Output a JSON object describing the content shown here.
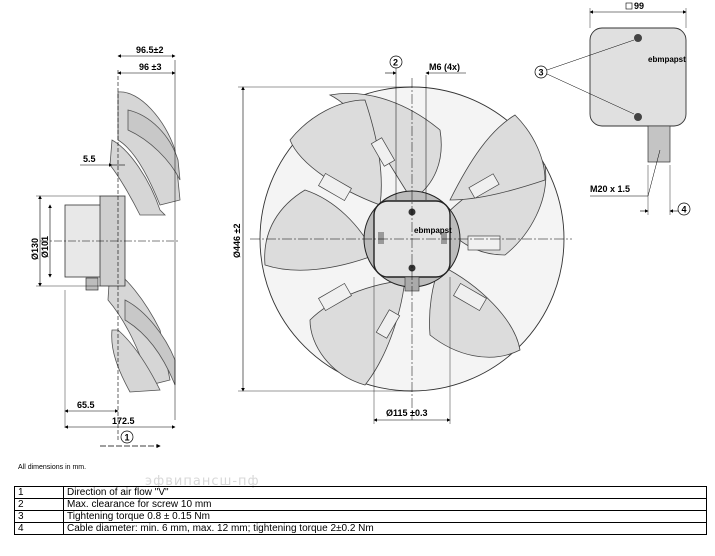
{
  "side_view": {
    "dim_width_total": "96.5±2",
    "dim_width_blades": "96 ±3",
    "dim_5_5": "5.5",
    "dim_d130": "Ø130",
    "dim_d101": "Ø101",
    "dim_65_5": "65.5",
    "dim_172_5": "172.5",
    "marker_1": "1"
  },
  "front_view": {
    "marker_2": "2",
    "thread_label": "M6 (4x)",
    "dim_outer_diameter": "Ø446 ±2",
    "dim_hub_diameter": "Ø115 ±0.3",
    "brand_text": "ebmpapst"
  },
  "terminal_box": {
    "dim_99": "99",
    "marker_3": "3",
    "cable_gland": "M20 x 1.5",
    "marker_4": "4",
    "brand_text": "ebmpapst"
  },
  "watermark": "эфвипансш-пф",
  "footnote": "All dimensions in mm.",
  "legend": [
    {
      "num": "1",
      "text": "Direction of air flow \"V\""
    },
    {
      "num": "2",
      "text": "Max. clearance for screw 10 mm"
    },
    {
      "num": "3",
      "text": "Tightening torque 0.8 ± 0.15 Nm"
    },
    {
      "num": "4",
      "text": "Cable diameter: min. 6 mm, max. 12 mm; tightening torque 2±0.2 Nm"
    }
  ]
}
